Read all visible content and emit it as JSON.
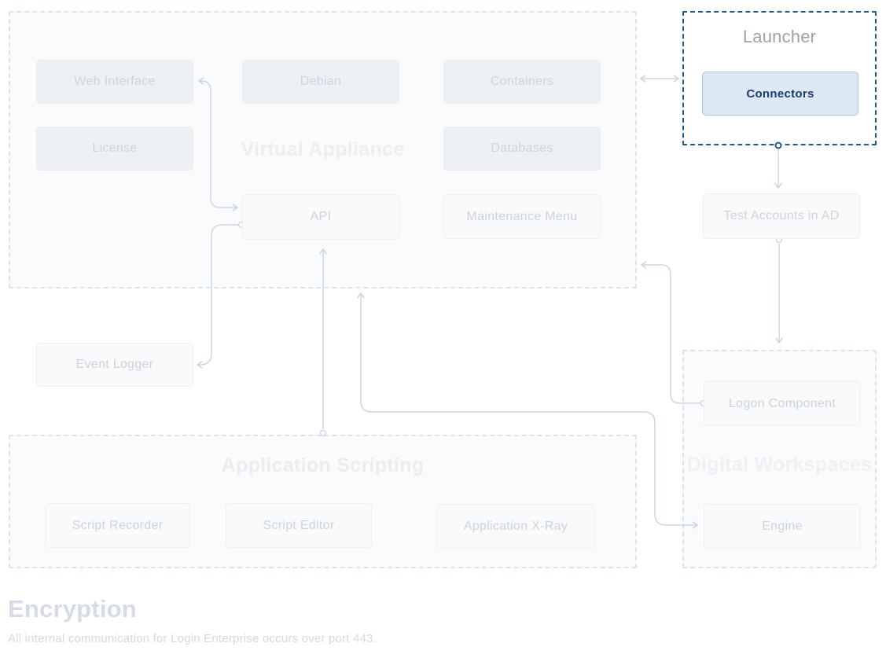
{
  "diagram": {
    "groups": {
      "virtual_appliance": {
        "title": "Virtual Appliance"
      },
      "launcher": {
        "title": "Launcher"
      },
      "application_scripting": {
        "title": "Application Scripting"
      },
      "digital_workspaces": {
        "title": "Digital Workspaces"
      }
    },
    "nodes": {
      "web_interface": {
        "label": "Web Interface"
      },
      "debian": {
        "label": "Debian"
      },
      "containers": {
        "label": "Containers"
      },
      "license": {
        "label": "License"
      },
      "databases": {
        "label": "Databases"
      },
      "api": {
        "label": "API"
      },
      "maintenance_menu": {
        "label": "Maintenance Menu"
      },
      "connectors": {
        "label": "Connectors"
      },
      "test_accounts": {
        "label": "Test Accounts in AD"
      },
      "event_logger": {
        "label": "Event Logger"
      },
      "logon_component": {
        "label": "Logon Component"
      },
      "engine": {
        "label": "Engine"
      },
      "script_recorder": {
        "label": "Script Recorder"
      },
      "script_editor": {
        "label": "Script Editor"
      },
      "application_xray": {
        "label": "Application X-Ray"
      }
    },
    "colors": {
      "highlight_border": "#1b5c90",
      "highlight_fill": "#dce9f5",
      "highlight_text": "#1b3a70",
      "connector_line": "#ccd7e3",
      "faded_group_border": "#d9e4ed",
      "faded_node_text": "#cbd4de"
    }
  },
  "footer": {
    "heading": "Encryption",
    "body": "All internal communication for Login Enterprise occurs over port 443."
  }
}
